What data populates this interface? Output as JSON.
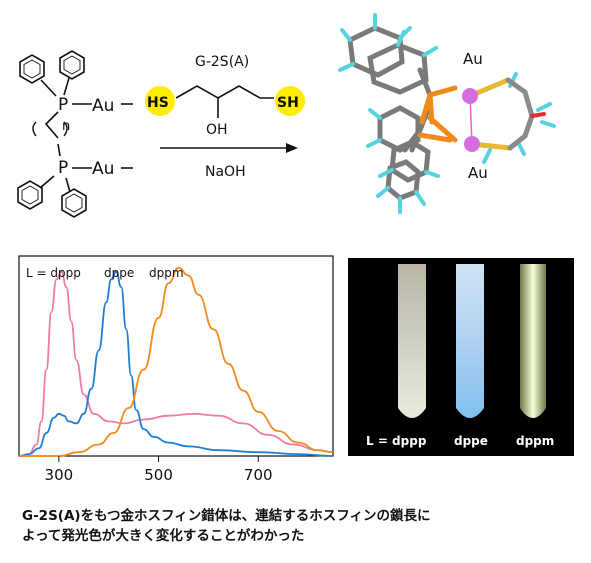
{
  "scheme": {
    "p_label": "P",
    "au_label": "Au",
    "n_label": "n",
    "reagent_name": "G-2S(A)",
    "sh_left": "HS",
    "sh_right": "SH",
    "oh_label": "OH",
    "base_label": "NaOH"
  },
  "structure_3d": {
    "au_top": "Au",
    "au_bottom": "Au"
  },
  "spectrum": {
    "legend_prefix": "L = dppp",
    "legend_2": "dppe",
    "legend_3": "dppm"
  },
  "photo": {
    "tube_labels": [
      "L = dppp",
      "dppe",
      "dppm"
    ]
  },
  "caption": {
    "line1": "G-2S(A)をもつ金ホスフィン錯体は、連結するホスフィンの鎖長に",
    "line2": "よって発光色が大きく変化することがわかった"
  },
  "colors": {
    "dppp": "#f07aa8",
    "dppe": "#1f7fd6",
    "dppm": "#f58a1f",
    "highlight": "#ffee00"
  },
  "chart_data": {
    "type": "line",
    "title": "",
    "xlabel": "",
    "ylabel": "",
    "xticks": [
      300,
      500,
      700
    ],
    "xlim": [
      220,
      850
    ],
    "ylim": [
      0,
      1.0
    ],
    "series": [
      {
        "name": "L = dppp",
        "x": [
          220,
          240,
          255,
          265,
          275,
          285,
          295,
          305,
          315,
          325,
          335,
          350,
          370,
          400,
          430,
          470,
          520,
          570,
          620,
          670,
          720,
          770,
          820,
          850
        ],
        "y": [
          0.0,
          0.01,
          0.06,
          0.18,
          0.45,
          0.75,
          0.92,
          0.96,
          0.88,
          0.7,
          0.5,
          0.32,
          0.22,
          0.18,
          0.17,
          0.19,
          0.21,
          0.22,
          0.21,
          0.17,
          0.11,
          0.06,
          0.03,
          0.02
        ]
      },
      {
        "name": "dppe",
        "x": [
          220,
          240,
          260,
          275,
          290,
          300,
          310,
          320,
          335,
          350,
          365,
          380,
          395,
          405,
          415,
          425,
          435,
          445,
          455,
          470,
          490,
          520,
          560,
          620,
          700,
          780,
          850
        ],
        "y": [
          0.0,
          0.01,
          0.04,
          0.12,
          0.2,
          0.22,
          0.21,
          0.18,
          0.17,
          0.22,
          0.35,
          0.55,
          0.8,
          0.92,
          0.96,
          0.88,
          0.66,
          0.42,
          0.24,
          0.14,
          0.1,
          0.07,
          0.05,
          0.03,
          0.02,
          0.01,
          0.0
        ]
      },
      {
        "name": "dppm",
        "x": [
          220,
          300,
          340,
          380,
          410,
          440,
          470,
          500,
          520,
          540,
          560,
          580,
          610,
          640,
          670,
          700,
          740,
          780,
          820,
          850
        ],
        "y": [
          0.0,
          0.0,
          0.02,
          0.06,
          0.12,
          0.25,
          0.45,
          0.72,
          0.9,
          0.98,
          0.94,
          0.84,
          0.66,
          0.48,
          0.34,
          0.23,
          0.13,
          0.07,
          0.03,
          0.02
        ]
      }
    ]
  }
}
